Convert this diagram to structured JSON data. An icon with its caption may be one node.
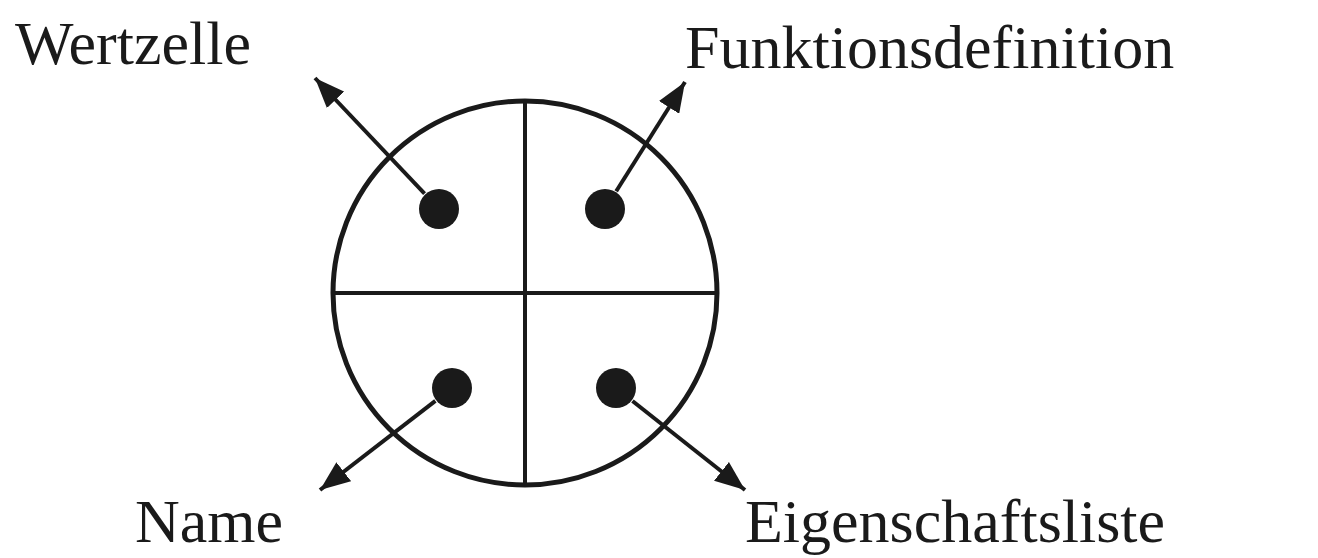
{
  "diagram": {
    "nodes": [
      {
        "text": [
          "Wertzelle"
        ]
      },
      {
        "text": [
          "Funktionsdefinition"
        ]
      },
      {
        "text": [],
        "shape": "circle"
      },
      {
        "text": [],
        "shape": "circle",
        "in": 2
      },
      {
        "text": [],
        "shape": "circle",
        "in": 2
      },
      {
        "text": [],
        "shape": "circle",
        "in": 2
      },
      {
        "text": [],
        "shape": "circle",
        "in": 2
      },
      {
        "text": [
          "Name"
        ]
      },
      {
        "text": [
          "Eigenschaftsliste"
        ]
      }
    ],
    "edges": [
      {
        "from": 3,
        "to": 0,
        "arrow": "to"
      },
      {
        "from": 4,
        "to": 1,
        "arrow": "to"
      },
      {
        "from": 5,
        "to": 7,
        "arrow": "to"
      },
      {
        "from": 6,
        "to": 8,
        "arrow": "to"
      }
    ]
  }
}
